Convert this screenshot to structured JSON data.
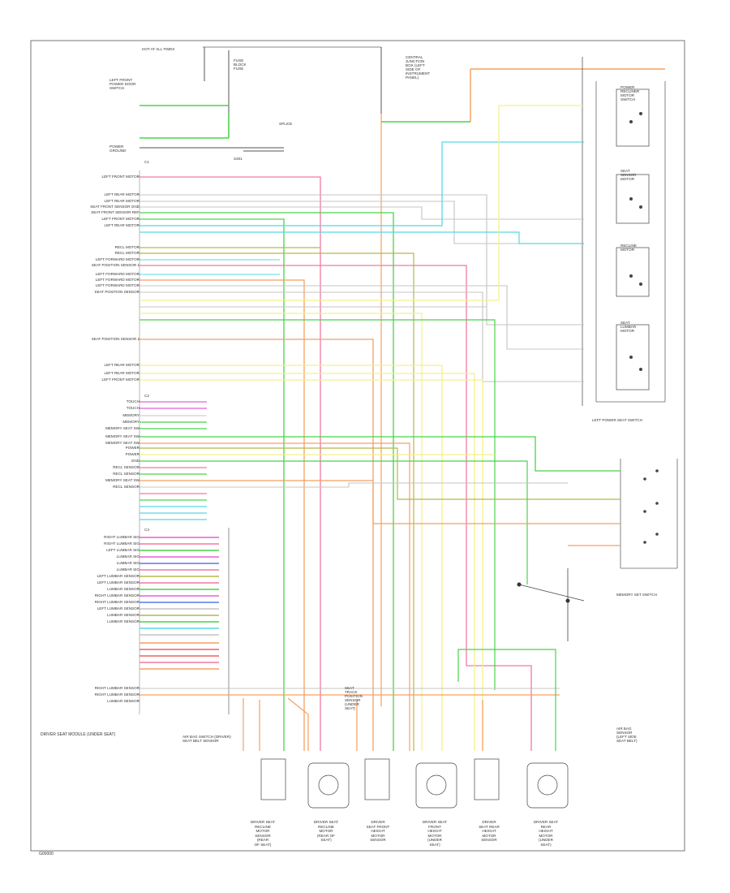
{
  "document": {
    "title": "DRIVER SEAT MODULE (UNDER SEAT)",
    "code": "G00000"
  },
  "connectors": {
    "top": "C1",
    "mid": "C2",
    "bottom": "C3"
  },
  "left_labels": [
    "LEFT FRONT MOTOR",
    "LEFT REAR MOTOR",
    "LEFT REAR MOTOR",
    "SEAT FRONT SENSOR GND",
    "SEAT FRONT SENSOR REF",
    "LEFT FRONT MOTOR",
    "LEFT REAR MOTOR",
    "RECL MOTOR",
    "RECL MOTOR",
    "LEFT FORWARD MOTOR",
    "SEAT POSITION SENSOR 1",
    "LEFT FORWARD MOTOR",
    "LEFT FORWARD MOTOR",
    "LEFT FORWARD MOTOR",
    "SEAT POSITION SENSOR",
    "SEAT POSITION SENSOR 2",
    "LEFT REAR MOTOR",
    "LEFT REAR MOTOR",
    "LEFT FRONT MOTOR",
    "TOUCH",
    "TOUCH",
    "MEMORY",
    "MEMORY",
    "MEMORY SEAT SW",
    "MEMORY SEAT SW",
    "MEMORY SEAT SW",
    "POWER",
    "POWER",
    "GND",
    "RECL SENSOR",
    "RECL SENSOR",
    "MEMORY SEAT SW",
    "RECL SENSOR",
    "RIGHT LUMBAR SIG",
    "RIGHT LUMBAR SIG",
    "LEFT LUMBAR SIG",
    "LUMBAR SIG",
    "LUMBAR SIG",
    "LUMBAR SIG",
    "LEFT LUMBAR SENSOR",
    "LEFT LUMBAR SENSOR",
    "LUMBAR SENSOR",
    "RIGHT LUMBAR SENSOR",
    "RIGHT LUMBAR SENSOR",
    "LEFT LUMBAR SENSOR",
    "LUMBAR SENSOR",
    "LUMBAR SENSOR",
    "RIGHT LUMBAR SENSOR",
    "RIGHT LUMBAR SENSOR",
    "LUMBAR SENSOR"
  ],
  "top_labels": {
    "hot_fuse": "HOT AT ALL TIMES",
    "fuse_block": "FUSE\nBLOCK\nFUSE",
    "central_junction": "CENTRAL\nJUNCTION\nBOX (LEFT\nSIDE OF\nINSTRUMENT\nPANEL)",
    "left_front_door": "LEFT FRONT\nPOWER DOOR\nSWITCH",
    "power_ground": "POWER\nGROUND",
    "splice": "SPLICE",
    "splice_ref": "S201"
  },
  "right_labels": {
    "lumbar_switch": "LEFT POWER SEAT SWITCH",
    "memory_switch": "MEMORY SET SWITCH",
    "power_recl": "POWER\nRECLINER\nMOTOR\nSWITCH",
    "seat_sensor": "SEAT\nSENSOR\nMOTOR",
    "recl_motor": "RECLINE\nMOTOR",
    "seat_lumbar": "SEAT\nLUMBAR\nMOTOR",
    "air_bag": "AIR BAG\nSENSOR\n(LEFT SIDE\nSEAT BELT)"
  },
  "bottom_captions": [
    "DRIVER SEAT\nRECLINE\nMOTOR\nSENSOR\n(REAR\nOF SEAT)",
    "DRIVER SEAT\nRECLINE\nMOTOR\n(REAR OF\nSEAT)",
    "DRIVER\nSEAT FRONT\nHEIGHT\nMOTOR\nSENSOR",
    "DRIVER SEAT\nFRONT\nHEIGHT\nMOTOR\n(UNDER\nSEAT)",
    "DRIVER\nSEAT REAR\nHEIGHT\nMOTOR\nSENSOR",
    "DRIVER SEAT\nREAR\nHEIGHT\nMOTOR\n(UNDER\nSEAT)"
  ],
  "center_labels": {
    "seat_track": "SEAT\nTRACK\nPOSITION\nSENSOR\n(UNDER\nSEAT)",
    "air_switch": "AIR BAG SWITCH (DRIVER)\nSEAT BELT SENSOR"
  },
  "colors": {
    "green": "#49d449",
    "orange": "#f5a060",
    "yellow": "#f3f08a",
    "cyan": "#58d8e4",
    "pink": "#f07aa0",
    "gray": "#c4c4c4",
    "olive": "#b6b84a",
    "magenta": "#e85fd6",
    "blue": "#5a78e6",
    "red": "#f06060",
    "line": "#222222"
  }
}
